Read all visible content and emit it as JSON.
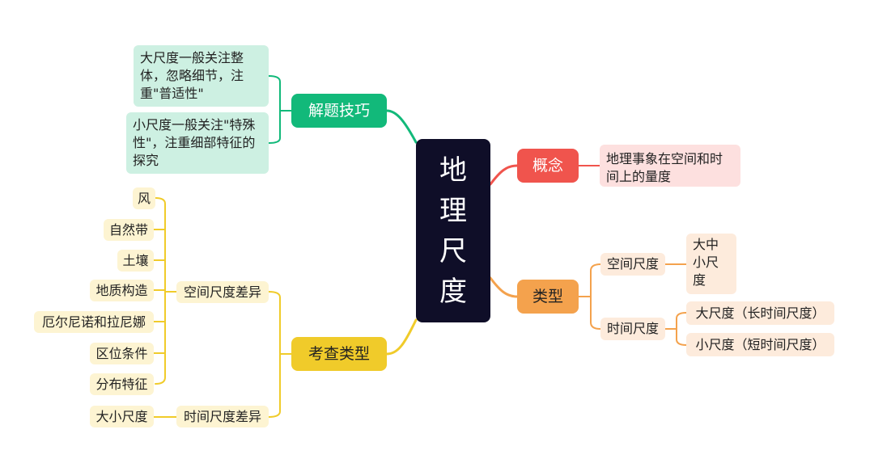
{
  "center": {
    "chars": [
      "地",
      "理",
      "尺",
      "度"
    ]
  },
  "branches": {
    "jieti": {
      "label": "解题技巧",
      "items": [
        "大尺度一般关注整体，忽略细节，注重\"普适性\"",
        "小尺度一般关注\"特殊性\"，注重细部特征的探究"
      ]
    },
    "kaocha": {
      "label": "考查类型",
      "kongjian": {
        "label": "空间尺度差异",
        "items": [
          "风",
          "自然带",
          "土壤",
          "地质构造",
          "厄尔尼诺和拉尼娜",
          "区位条件",
          "分布特征"
        ]
      },
      "shijian": {
        "label": "时间尺度差异",
        "items": [
          "大小尺度"
        ]
      }
    },
    "gainian": {
      "label": "概念",
      "items": [
        "地理事象在空间和时间上的量度"
      ]
    },
    "leixing": {
      "label": "类型",
      "kongjian": {
        "label": "空间尺度",
        "items": [
          "大中小尺度"
        ]
      },
      "shijian": {
        "label": "时间尺度",
        "items": [
          "大尺度（长时间尺度）",
          "小尺度（短时间尺度）"
        ]
      }
    }
  },
  "colors": {
    "center": "#0f0e28",
    "green": "#12b97a",
    "yellow": "#f0cb2a",
    "red": "#f0544d",
    "orange": "#f4a24d"
  }
}
